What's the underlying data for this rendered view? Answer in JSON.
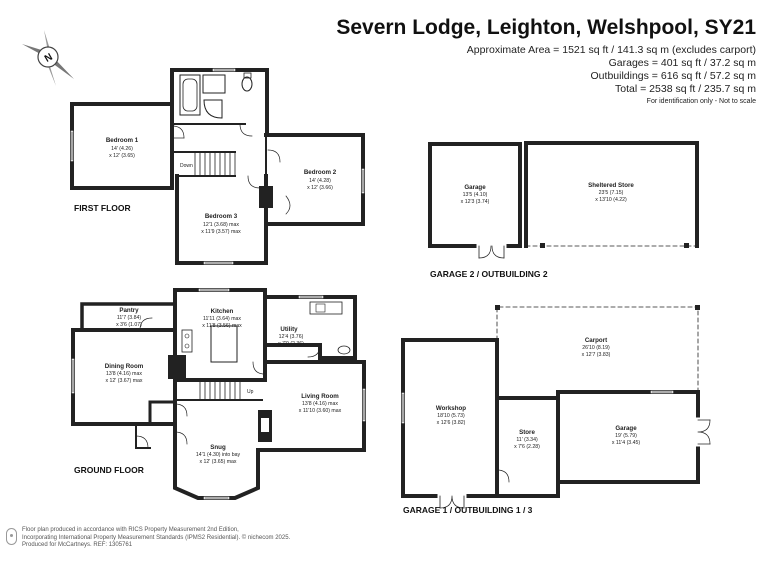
{
  "header": {
    "title": "Severn Lodge, Leighton, Welshpool, SY21",
    "area_approx": "Approximate Area = 1521 sq ft / 141.3 sq m (excludes carport)",
    "garages": "Garages = 401 sq ft / 37.2 sq m",
    "outbuildings": "Outbuildings = 616 sq ft / 57.2 sq m",
    "total": "Total = 2538 sq ft / 235.7 sq m",
    "note": "For identification only - Not to scale"
  },
  "compass": {
    "label": "N"
  },
  "first_floor": {
    "label": "FIRST FLOOR",
    "rooms": {
      "bedroom1": {
        "name": "Bedroom 1",
        "dim1": "14' (4.26)",
        "dim2": "x 12' (3.65)"
      },
      "bedroom2": {
        "name": "Bedroom 2",
        "dim1": "14' (4.28)",
        "dim2": "x 12' (3.66)"
      },
      "bedroom3": {
        "name": "Bedroom 3",
        "dim1": "12'1 (3.68) max",
        "dim2": "x 11'9 (3.57) max"
      }
    },
    "down_label": "Down"
  },
  "ground_floor": {
    "label": "GROUND FLOOR",
    "rooms": {
      "pantry": {
        "name": "Pantry",
        "dim1": "11'7 (3.84)",
        "dim2": "x 3'6 (1.07)"
      },
      "kitchen": {
        "name": "Kitchen",
        "dim1": "11'11 (3.64) max",
        "dim2": "x 11'8 (3.56) max"
      },
      "utility": {
        "name": "Utility",
        "dim1": "12'4 (3.76)",
        "dim2": "x 7'9 (2.36)"
      },
      "dining": {
        "name": "Dining Room",
        "dim1": "13'8 (4.16) max",
        "dim2": "x 12' (3.67) max"
      },
      "living": {
        "name": "Living Room",
        "dim1": "13'8 (4.16) max",
        "dim2": "x 11'10 (3.60) max"
      },
      "snug": {
        "name": "Snug",
        "dim1": "14'1 (4.30) into bay",
        "dim2": "x 12' (3.65) max"
      }
    },
    "up_label": "Up"
  },
  "garage2": {
    "label": "GARAGE 2 / OUTBUILDING 2",
    "rooms": {
      "garage": {
        "name": "Garage",
        "dim1": "13'5 (4.10)",
        "dim2": "x 12'3 (3.74)"
      },
      "store": {
        "name": "Sheltered Store",
        "dim1": "23'5 (7.15)",
        "dim2": "x 13'10 (4.22)"
      }
    }
  },
  "garage1": {
    "label": "GARAGE 1 / OUTBUILDING 1 / 3",
    "rooms": {
      "carport": {
        "name": "Carport",
        "dim1": "26'10 (8.19)",
        "dim2": "x 12'7 (3.83)"
      },
      "workshop": {
        "name": "Workshop",
        "dim1": "18'10 (5.73)",
        "dim2": "x 12'6 (3.82)"
      },
      "store": {
        "name": "Store",
        "dim1": "11' (3.34)",
        "dim2": "x 7'6 (2.28)"
      },
      "garage": {
        "name": "Garage",
        "dim1": "19' (5.79)",
        "dim2": "x 11'4 (3.45)"
      }
    }
  },
  "footer": {
    "line1": "Floor plan produced in accordance with RICS Property Measurement 2nd Edition,",
    "line2": "Incorporating International Property Measurement Standards (IPMS2 Residential).  © nichecom 2025.",
    "line3": "Produced for McCartneys.  REF:  1305761"
  }
}
